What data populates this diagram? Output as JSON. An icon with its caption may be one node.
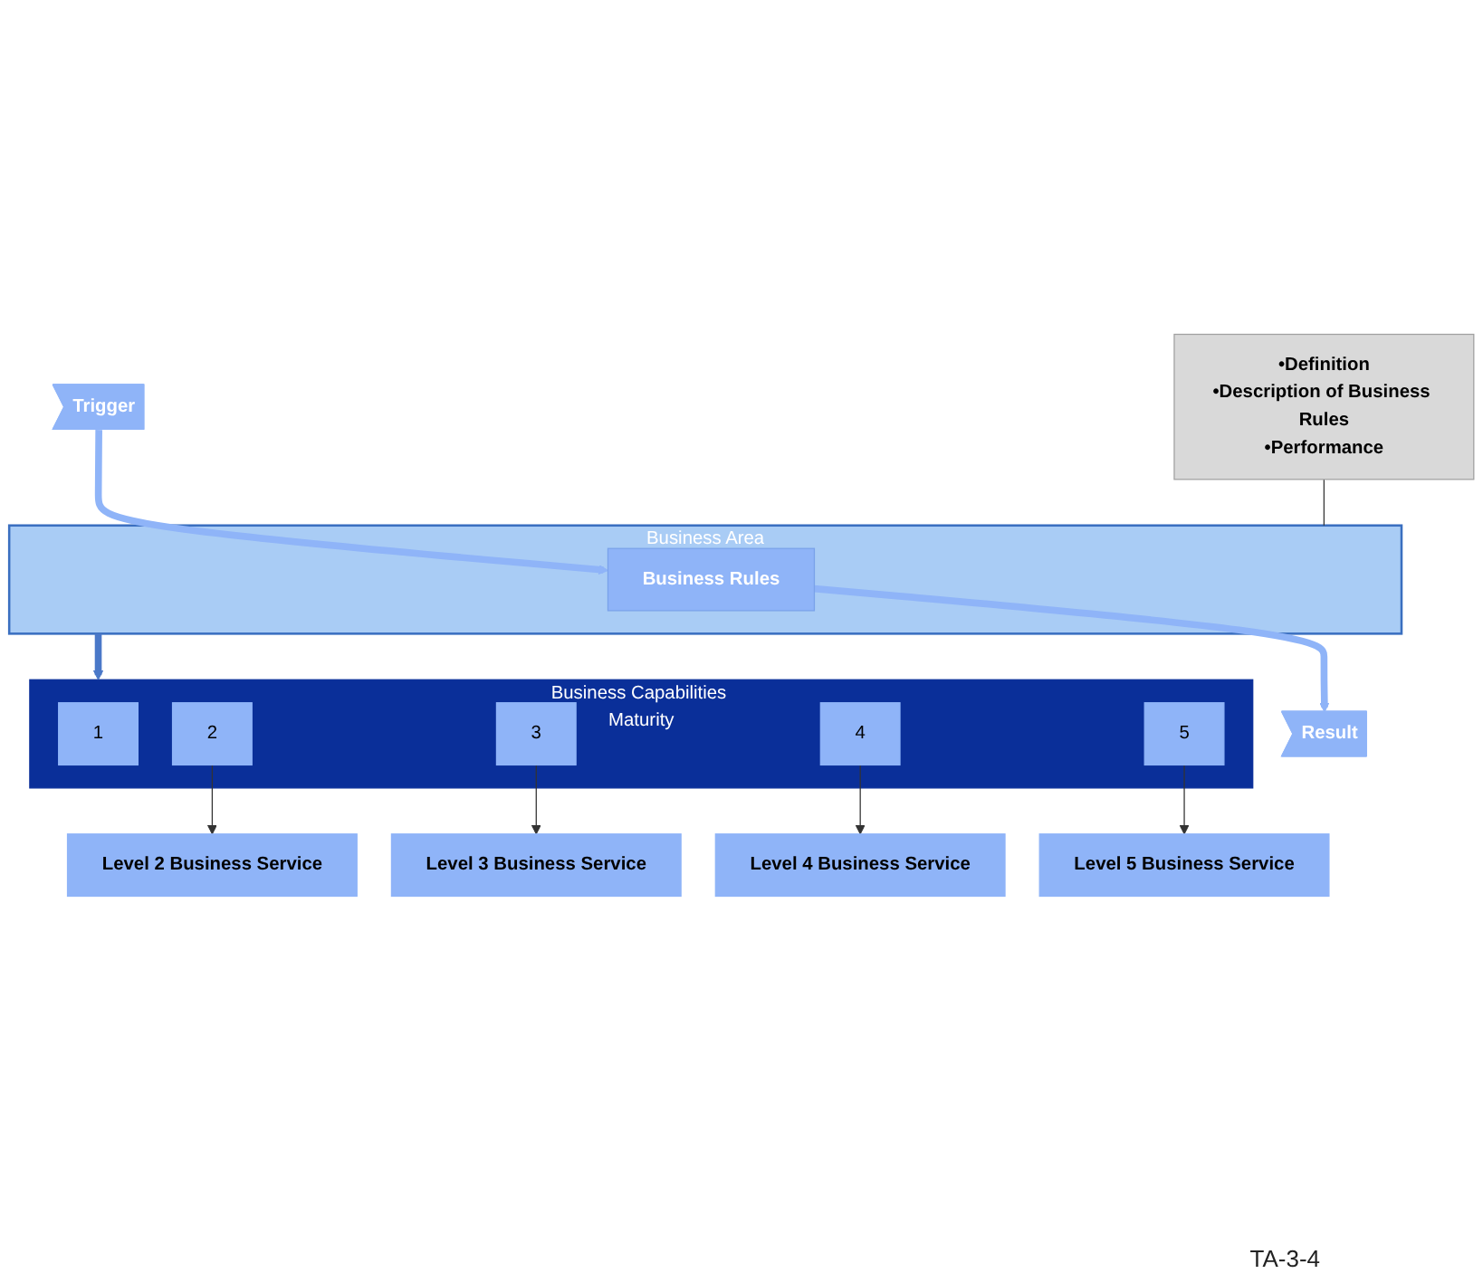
{
  "diagram": {
    "nodes": [
      {
        "text": [
          "•Definition",
          "•Description of Business Rules",
          "•Performance"
        ]
      },
      {
        "text": [
          "Trigger"
        ]
      },
      {
        "text": [
          "Business Area"
        ]
      },
      {
        "text": [
          "Business Rules"
        ],
        "in": 2
      },
      {
        "text": [
          "Result"
        ]
      },
      {
        "text": [
          "Business Capabilities Maturity"
        ]
      },
      {
        "text": [
          "1"
        ],
        "in": 5
      },
      {
        "text": [
          "2"
        ],
        "in": 5
      },
      {
        "text": [
          "3"
        ],
        "in": 5
      },
      {
        "text": [
          "4"
        ],
        "in": 5
      },
      {
        "text": [
          "5"
        ],
        "in": 5
      },
      {
        "text": [
          "Level 2 Business Service"
        ]
      },
      {
        "text": [
          "Level 3 Business Service"
        ]
      },
      {
        "text": [
          "Level 4 Business Service"
        ]
      },
      {
        "text": [
          "Level 5 Business Service"
        ]
      }
    ],
    "edges": [
      {
        "from": 0,
        "to": 2,
        "arrow": "none"
      },
      {
        "from": 1,
        "to": 3,
        "arrow": "to",
        "style": "thick",
        "color": "#8fb4f8"
      },
      {
        "from": 3,
        "to": 4,
        "arrow": "to",
        "style": "thick",
        "color": "#8fb4f8"
      },
      {
        "from": 2,
        "to": 5,
        "arrow": "to",
        "style": "thick",
        "color": "#4a78c8"
      },
      {
        "from": 7,
        "to": 11,
        "arrow": "to"
      },
      {
        "from": 8,
        "to": 12,
        "arrow": "to"
      },
      {
        "from": 9,
        "to": 13,
        "arrow": "to"
      },
      {
        "from": 10,
        "to": 14,
        "arrow": "to"
      }
    ],
    "labels": [
      "TA-3-4"
    ]
  }
}
